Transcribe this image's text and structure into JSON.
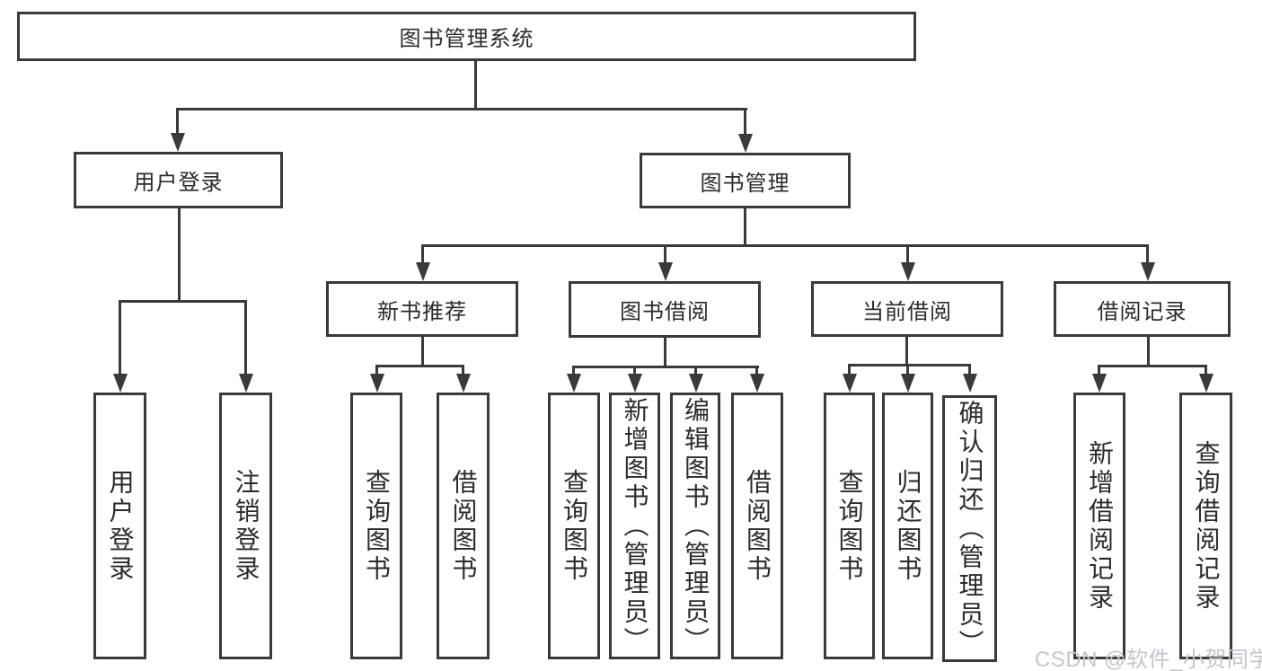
{
  "colors": {
    "background": "#ffffff",
    "line": "#3a3a3a",
    "box_border": "#3a3a3a",
    "text": "#2b2b2b",
    "watermark": "#c3c6cc"
  },
  "diagram": {
    "root": {
      "label": "图书管理系统"
    },
    "branches": [
      {
        "label": "用户登录",
        "children": [
          {
            "label": "用户登录"
          },
          {
            "label": "注销登录"
          }
        ]
      },
      {
        "label": "图书管理",
        "children": [
          {
            "label": "新书推荐",
            "children": [
              {
                "label": "查询图书"
              },
              {
                "label": "借阅图书"
              }
            ]
          },
          {
            "label": "图书借阅",
            "children": [
              {
                "label": "查询图书"
              },
              {
                "label": "新增图书（管理员）"
              },
              {
                "label": "编辑图书（管理员）"
              },
              {
                "label": "借阅图书"
              }
            ]
          },
          {
            "label": "当前借阅",
            "children": [
              {
                "label": "查询图书"
              },
              {
                "label": "归还图书"
              },
              {
                "label": "确认归还（管理员）"
              }
            ]
          },
          {
            "label": "借阅记录",
            "children": [
              {
                "label": "新增借阅记录"
              },
              {
                "label": "查询借阅记录"
              }
            ]
          }
        ]
      }
    ]
  },
  "watermark": {
    "text": "CSDN @软件_小贺同学"
  }
}
